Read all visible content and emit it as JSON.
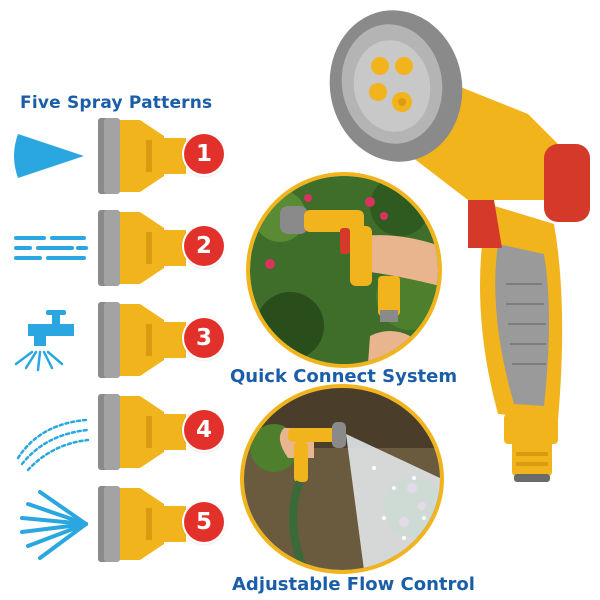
{
  "heading": "Five Spray Patterns",
  "spray_patterns": [
    {
      "number": "1",
      "icon": "cone-jet-icon"
    },
    {
      "number": "2",
      "icon": "flat-lines-icon"
    },
    {
      "number": "3",
      "icon": "tap-shower-icon"
    },
    {
      "number": "4",
      "icon": "mist-arc-icon"
    },
    {
      "number": "5",
      "icon": "fan-spray-icon"
    }
  ],
  "features": [
    {
      "caption": "Quick Connect System"
    },
    {
      "caption": "Adjustable Flow Control"
    }
  ],
  "colors": {
    "brand_yellow": "#f2b41c",
    "grey": "#8a8a8a",
    "badge_red": "#e2312b",
    "text_blue": "#1b5ea8",
    "icon_blue": "#2aa7e0"
  }
}
